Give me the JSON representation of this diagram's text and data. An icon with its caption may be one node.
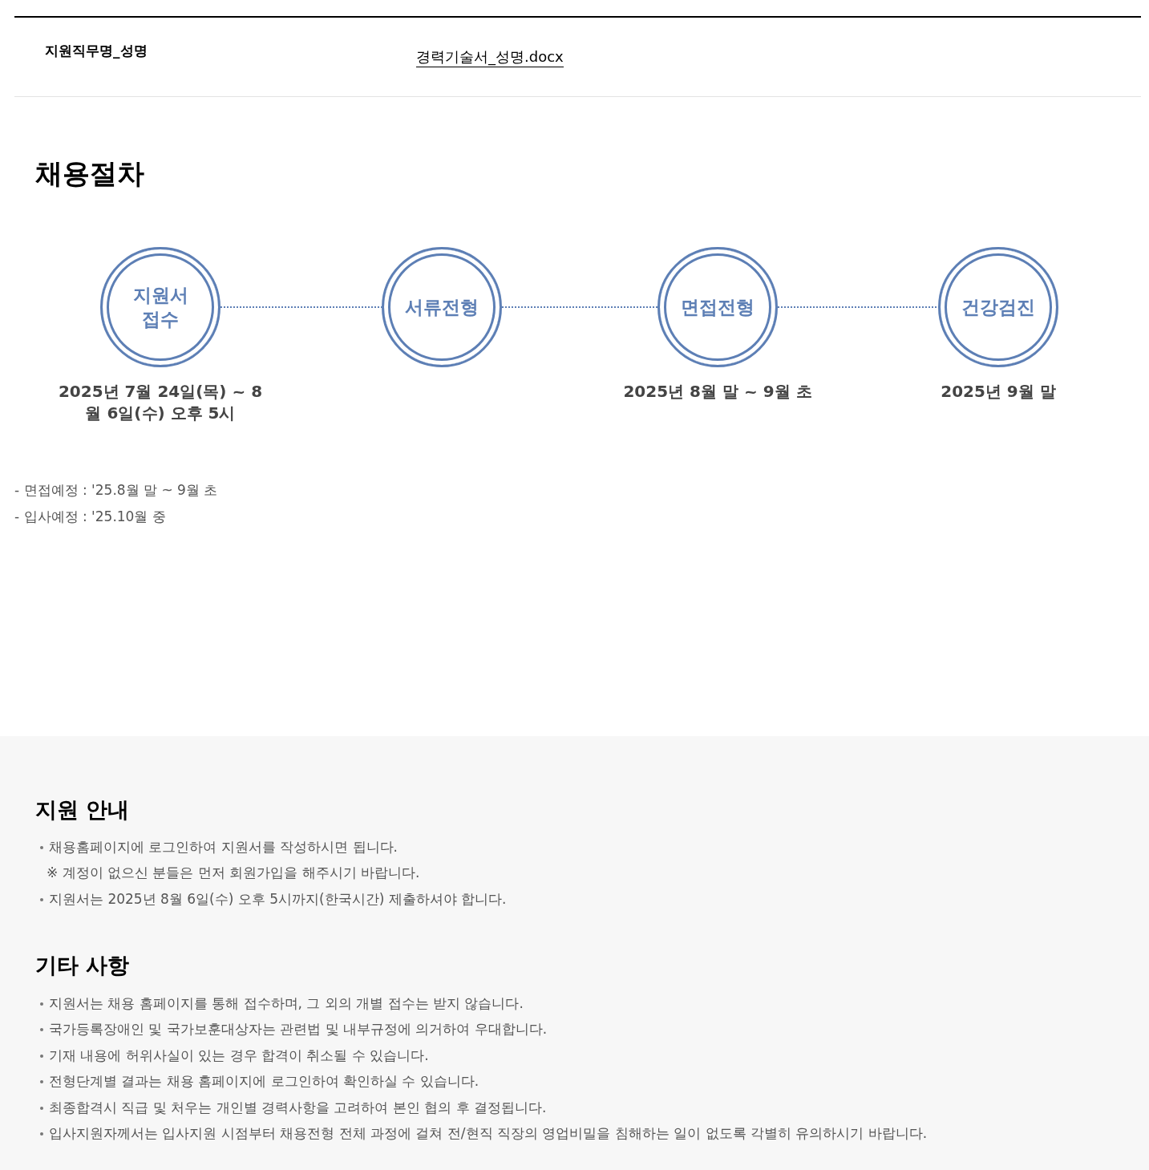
{
  "diagram": {
    "title": "채용절차",
    "nodes": [
      {
        "text": [
          "지원서 접수"
        ],
        "beside": [
          "2025년 7월 24일(목) ~ 8월 6일(수) 오후 5시"
        ]
      },
      {
        "text": [
          "서류전형"
        ]
      },
      {
        "text": [
          "면접전형"
        ],
        "beside": [
          "2025년 8월 말 ~ 9월 초"
        ]
      },
      {
        "text": [
          "건강검진"
        ],
        "beside": [
          "2025년 9월 말"
        ]
      }
    ],
    "edges": [
      {
        "from": 0,
        "to": 1,
        "arrow": "none",
        "style": "dashed"
      },
      {
        "from": 1,
        "to": 2,
        "arrow": "none",
        "style": "dashed"
      },
      {
        "from": 2,
        "to": 3,
        "arrow": "none",
        "style": "dashed"
      }
    ],
    "labels": [
      "지원직무명_성명",
      "경력기술서_성명.docx",
      "- 면접예정 : '25.8월 말 ~ 9월 초",
      "- 입사예정 : '25.10월 중",
      "지원 안내",
      "채용홈페이지에 로그인하여 지원서를 작성하시면 됩니다.",
      "※ 계정이 없으신 분들은 먼저 회원가입을 해주시기 바랍니다.",
      "지원서는 2025년 8월 6일(수) 오후 5시까지(한국시간) 제출하셔야 합니다.",
      "기타 사항",
      "지원서는 채용 홈페이지를 통해 접수하며, 그 외의 개별 접수는 받지 않습니다.",
      "국가등록장애인 및 국가보훈대상자는 관련법 및 내부규정에 의거하여 우대합니다.",
      "기재 내용에 허위사실이 있는 경우 합격이 취소될 수 있습니다.",
      "전형단계별 결과는 채용 홈페이지에 로그인하여 확인하실 수 있습니다.",
      "최종합격시 직급 및 처우는 개인별 경력사항을 고려하여 본인 협의 후 결정됩니다.",
      "입사지원자께서는 입사지원 시점부터 채용전형 전체 과정에 걸쳐 전/현직 직장의 영업비밀을 침해하는 일이 없도록 각별히 유의하시기 바랍니다."
    ]
  }
}
